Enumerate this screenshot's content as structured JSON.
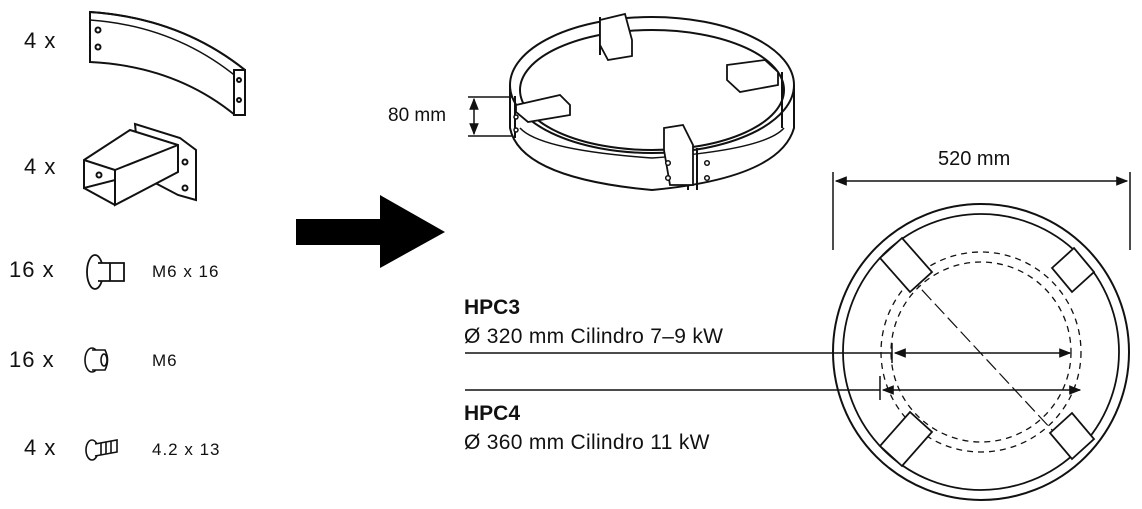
{
  "parts": [
    {
      "qty": "4 x",
      "spec": "",
      "icon": "curved-band-segment"
    },
    {
      "qty": "4 x",
      "spec": "",
      "icon": "mounting-bracket"
    },
    {
      "qty": "16 x",
      "spec": "M6 x 16",
      "icon": "screw"
    },
    {
      "qty": "16 x",
      "spec": "M6",
      "icon": "nut"
    },
    {
      "qty": "4 x",
      "spec": "4.2 x 13",
      "icon": "self-tapping-screw"
    }
  ],
  "assembly": {
    "height_label": "80 mm",
    "width_label": "520 mm"
  },
  "models": [
    {
      "name": "HPC3",
      "desc": "Ø 320 mm Cilindro 7–9 kW"
    },
    {
      "name": "HPC4",
      "desc": "Ø 360 mm Cilindro 11 kW"
    }
  ]
}
